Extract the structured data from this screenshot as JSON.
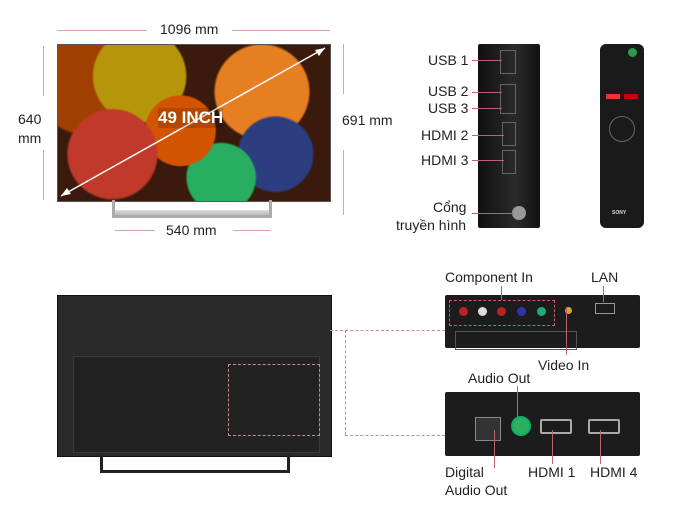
{
  "front": {
    "width": "1096 mm",
    "height_no_stand": "640",
    "height_unit": "mm",
    "height_with_stand": "691 mm",
    "stand_width": "540 mm",
    "diagonal": "49 INCH"
  },
  "side_ports": [
    "USB 1",
    "USB 2",
    "USB 3",
    "HDMI 2",
    "HDMI 3"
  ],
  "antenna": {
    "line1": "Cổng",
    "line2": "truyền hình"
  },
  "remote": {
    "brand": "SONY"
  },
  "rear_top": {
    "component": "Component In",
    "lan": "LAN",
    "video": "Video In"
  },
  "rear_bottom": {
    "audio_out": "Audio Out",
    "digital1": "Digital",
    "digital2": "Audio Out",
    "hdmi1": "HDMI 1",
    "hdmi4": "HDMI 4"
  },
  "colors": {
    "dimension_line": "#d9a3a3",
    "callout": "#c06070"
  }
}
